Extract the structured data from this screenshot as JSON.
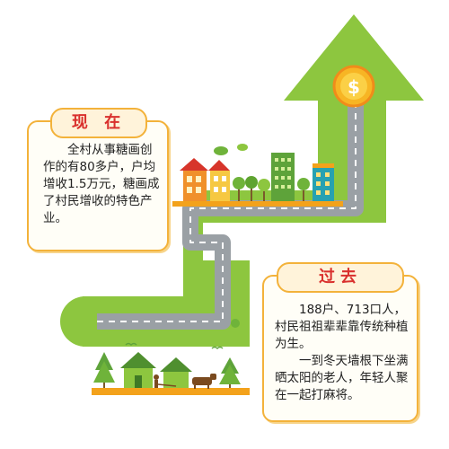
{
  "now": {
    "title": "现 在",
    "body": "全村从事糖画创作的有80多户，户均增收1.5万元，糖画成了村民增收的特色产业。"
  },
  "past": {
    "title": "过去",
    "para1": "188户、713口人，村民祖祖辈辈靠传统种植为生。",
    "para2": "一到冬天墙根下坐满晒太阳的老人，年轻人聚在一起打麻将。"
  },
  "icons": {
    "coin": "dollar-coin-icon"
  },
  "colors": {
    "arrow_green": "#8dc63f",
    "road_gray": "#9aa0a5",
    "card_border": "#f3b23a",
    "title_red": "#d9302d"
  }
}
